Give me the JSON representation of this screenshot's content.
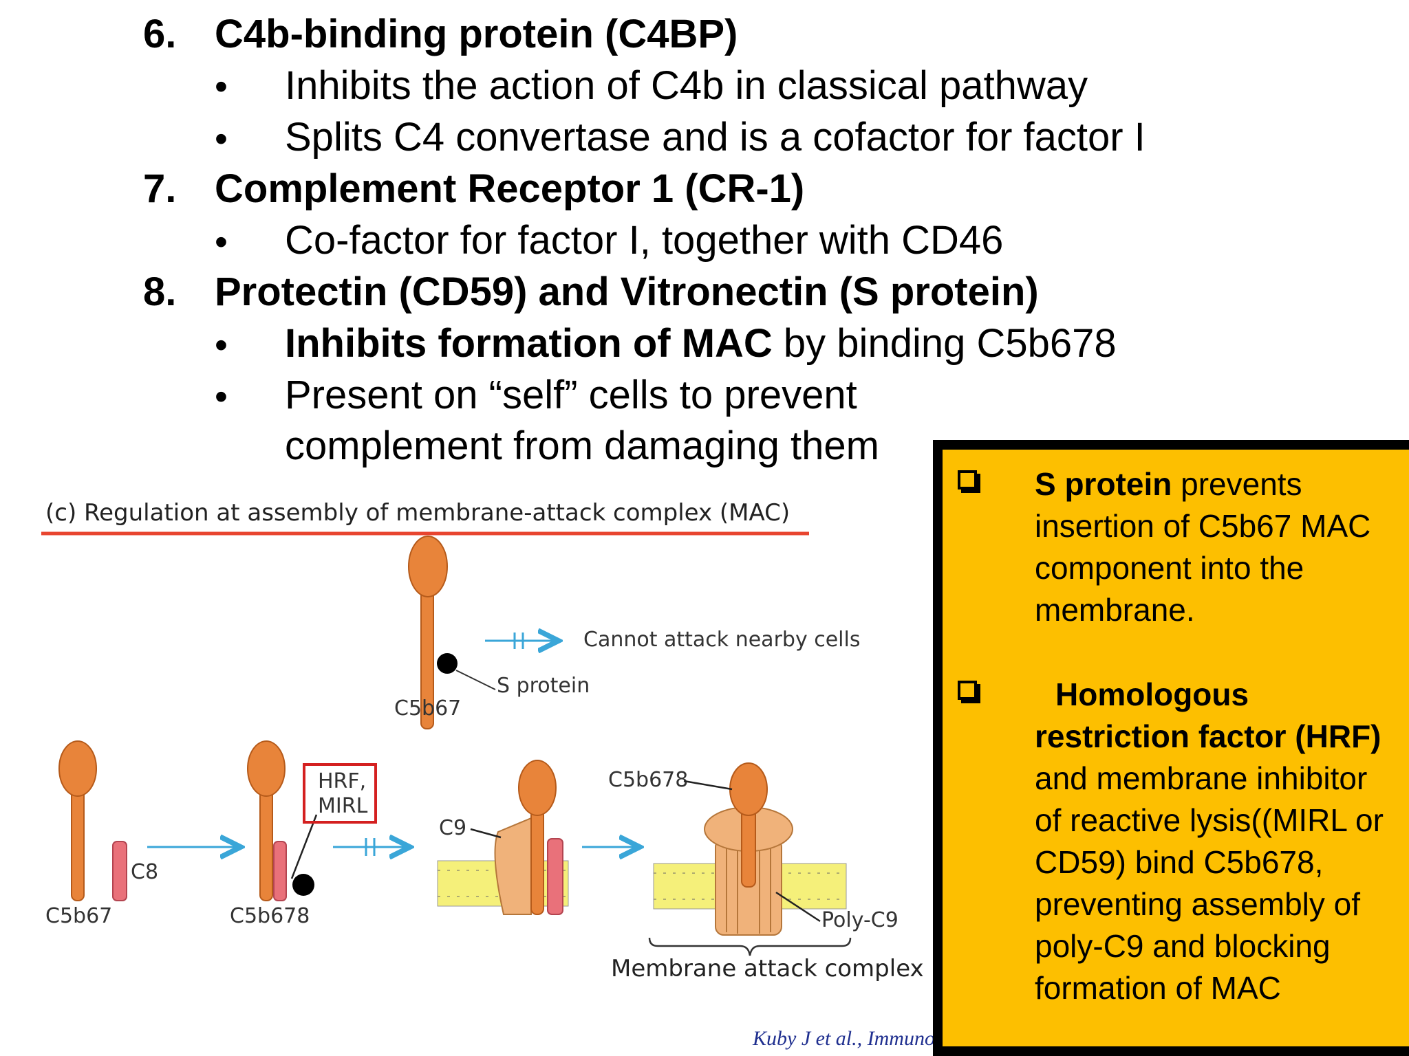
{
  "items": [
    {
      "number": "6.",
      "title": "C4b-binding protein (C4BP)",
      "bullets": [
        "Inhibits the action of C4b in classical pathway",
        "Splits C4 convertase and is a cofactor for factor I"
      ]
    },
    {
      "number": "7.",
      "title": "Complement Receptor 1 (CR-1)",
      "bullets": [
        "Co-factor for factor I, together with CD46"
      ]
    },
    {
      "number": "8.",
      "title": "Protectin (CD59) and Vitronectin (S protein)",
      "bullets": [
        {
          "bold": "Inhibits formation of MAC",
          "rest": " by binding C5b678"
        },
        "Present on “self” cells to prevent complement from damaging them"
      ]
    }
  ],
  "bullet_symbol": "•",
  "figure": {
    "heading": "(c) Regulation at assembly of membrane-attack complex (MAC)",
    "labels": {
      "cannot_attack": "Cannot attack nearby cells",
      "s_protein": "S protein",
      "c5b67_top": "C5b67",
      "c5b67_left": "C5b67",
      "c8": "C8",
      "c5b678_mid": "C5b678",
      "hrf": "HRF,",
      "mirl": "MIRL",
      "c9": "C9",
      "c5b678_right": "C5b678",
      "poly_c9": "Poly-C9",
      "mac": "Membrane attack complex"
    },
    "citation": "Kuby J et al., Immunolo",
    "colors": {
      "protein": "#e8843a",
      "c8": "#e9717a",
      "membrane": "#f5f07a",
      "arrow": "#3aa6d8",
      "rule": "#e8452f",
      "box": "#d42020"
    }
  },
  "callout": {
    "background": "#fdbf00",
    "item1": {
      "bold": "S protein",
      "rest": " prevents insertion of C5b67 MAC component into the membrane."
    },
    "item2": {
      "bold": "Homologous restriction factor (HRF)",
      "rest": " and membrane inhibitor of reactive lysis((MIRL or CD59) bind C5b678, preventing assembly of poly-C9 and blocking formation of MAC"
    }
  }
}
